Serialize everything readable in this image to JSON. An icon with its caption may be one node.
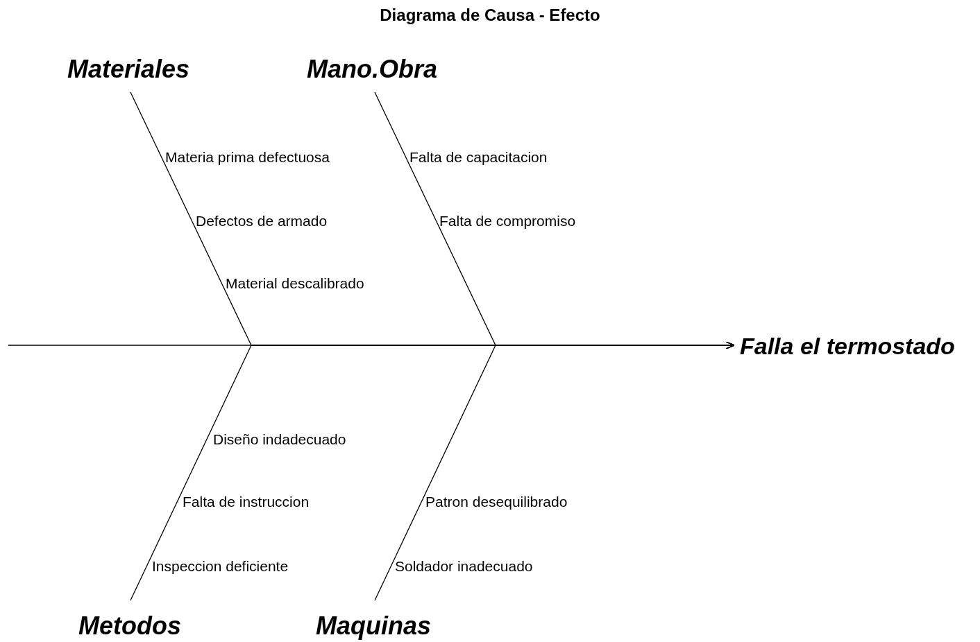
{
  "diagram": {
    "title": "Diagrama de Causa - Efecto",
    "nodes": [
      {
        "text": [
          "Materiales"
        ]
      },
      {
        "text": [
          "Mano.Obra"
        ]
      },
      {
        "text": [
          "Metodos"
        ]
      },
      {
        "text": [
          "Maquinas"
        ]
      },
      {
        "text": [
          "Falla el termostado"
        ]
      }
    ],
    "edges": [
      {
        "from": null,
        "to": 4,
        "arrow": "to"
      },
      {
        "from": 0,
        "to": 4,
        "arrow": "to"
      },
      {
        "from": 1,
        "to": 4,
        "arrow": "to"
      },
      {
        "from": 2,
        "to": 4,
        "arrow": "to"
      },
      {
        "from": 3,
        "to": 4,
        "arrow": "to"
      }
    ],
    "labels": [
      "Materia prima defectuosa",
      "Falta de capacitacion",
      "Defectos de armado",
      "Falta de compromiso",
      "Material descalibrado",
      "Diseño indadecuado",
      "Falta de instruccion",
      "Patron desequilibrado",
      "Inspeccion deficiente",
      "Soldador inadecuado"
    ]
  }
}
